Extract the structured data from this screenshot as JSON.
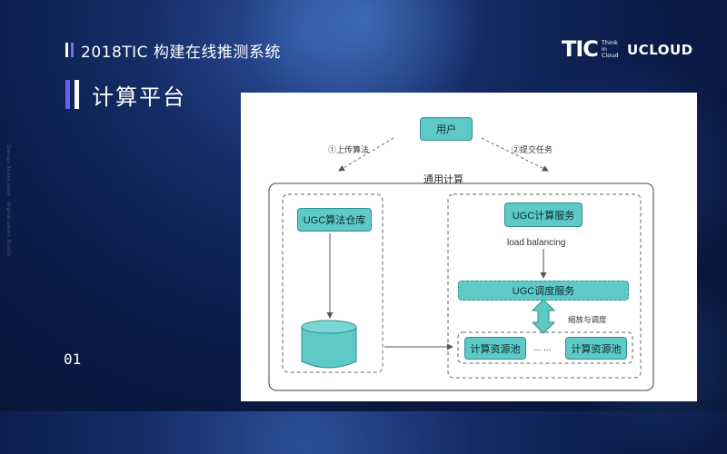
{
  "header": {
    "title": "2018TIC 构建在线推测系统"
  },
  "section": {
    "title": "计算平台"
  },
  "brand": {
    "tic_mark": "TIC",
    "tic_sub": [
      "Think",
      "in",
      "Cloud"
    ],
    "ucloud": "UCLOUD"
  },
  "page": {
    "number": "01"
  },
  "side_note": "Design Sense push · Digital smart Studio",
  "diagram": {
    "user": "用户",
    "arrow_left_label": "①上传算法",
    "arrow_right_label": "②提交任务",
    "outer_label": "通用计算",
    "repo": "UGC算法仓库",
    "compute_service": "UGC计算服务",
    "load_balancing": "load balancing",
    "scheduler": "UGC调度服务",
    "scale_label": "缩放与调度",
    "pool_left": "计算资源池",
    "pool_dots": "... ...",
    "pool_right": "计算资源池"
  },
  "colors": {
    "node_fill": "#5ec9c7",
    "node_border": "#2f8f8c",
    "accent_purple": "#6d5cf0",
    "background_dark": "#0b1c49"
  }
}
